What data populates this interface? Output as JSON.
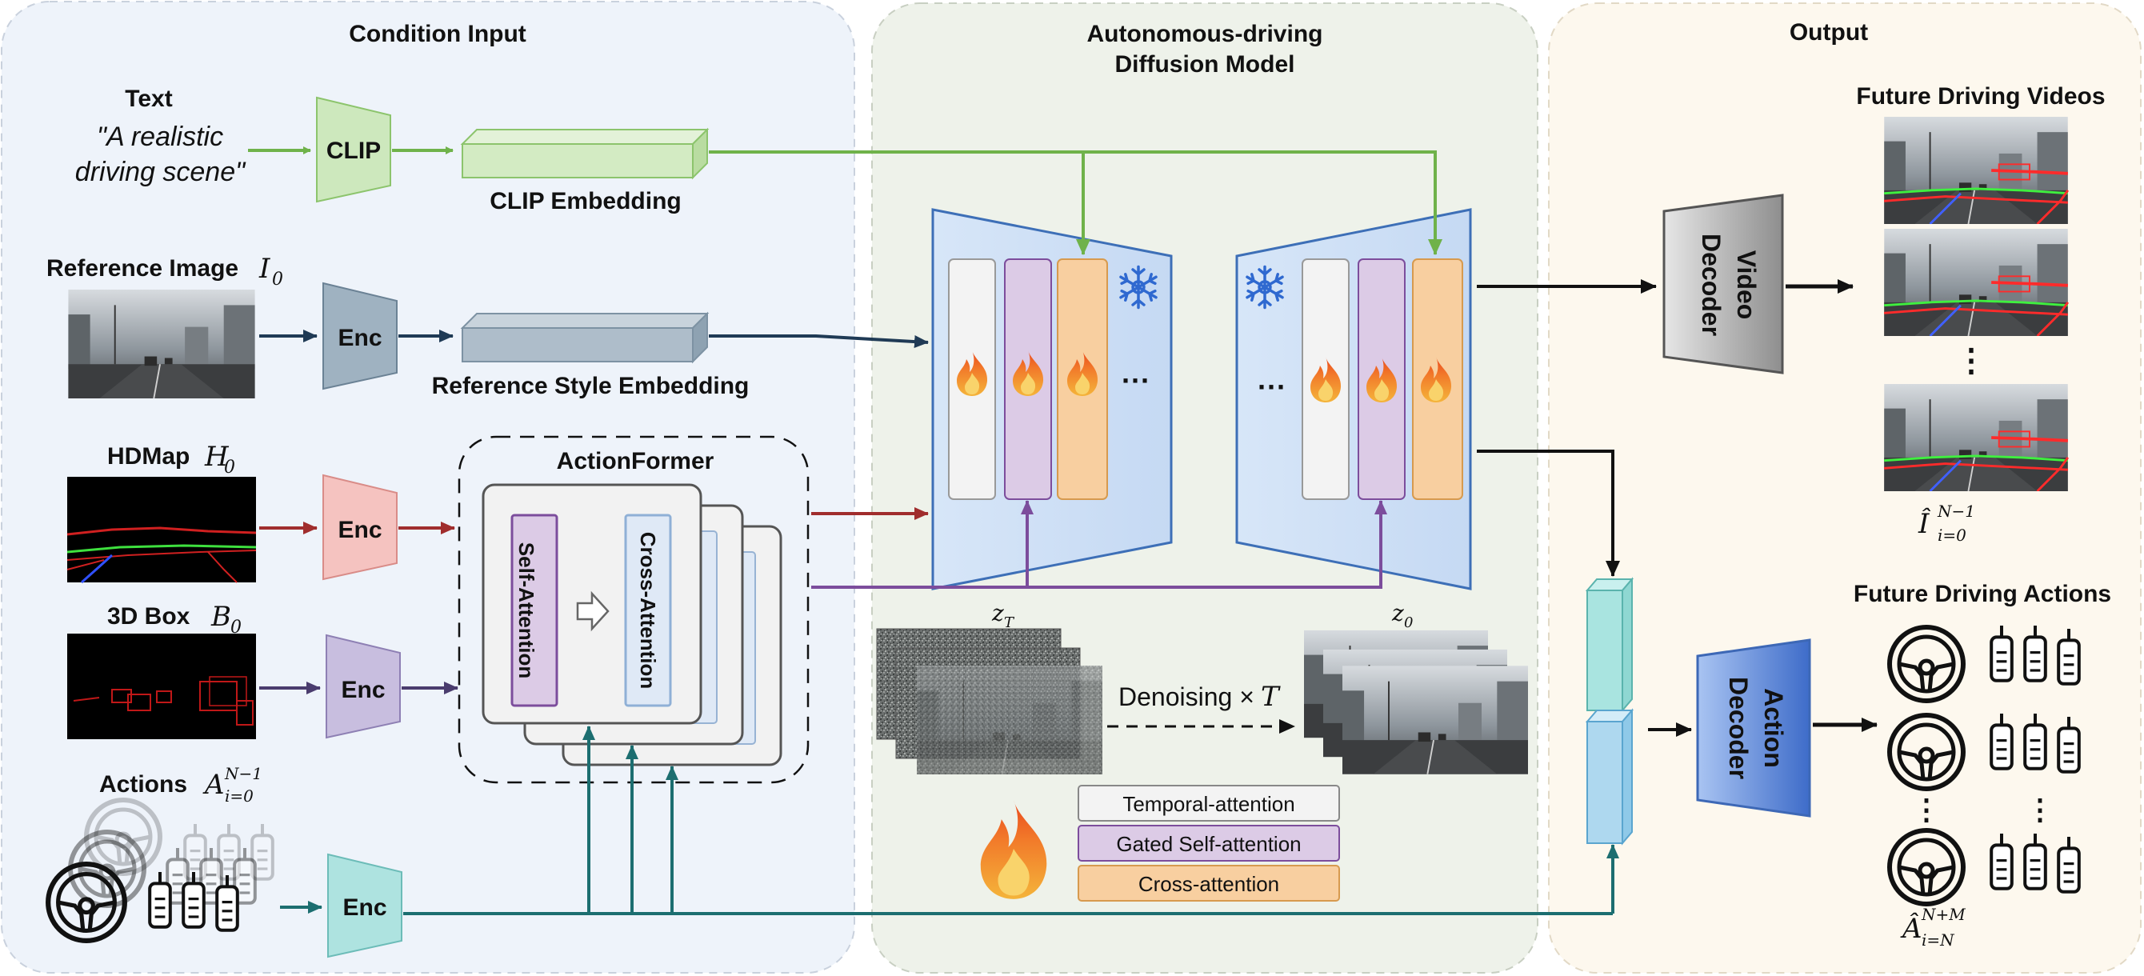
{
  "panels": {
    "condition_title": "Condition Input",
    "diffusion_title_line1": "Autonomous-driving",
    "diffusion_title_line2": "Diffusion Model",
    "output_title": "Output"
  },
  "text_input": {
    "heading": "Text",
    "quote_line1": "\"A realistic",
    "quote_line2": "driving scene\""
  },
  "clip": {
    "label": "CLIP",
    "embedding_label": "CLIP Embedding"
  },
  "reference": {
    "label": "Reference Image",
    "symbol": "I",
    "sub": "0",
    "encoder": "Enc",
    "embedding_label": "Reference Style Embedding"
  },
  "hdmap": {
    "label": "HDMap",
    "symbol": "H",
    "sub": "0",
    "encoder": "Enc"
  },
  "box3d": {
    "label": "3D Box",
    "symbol": "B",
    "sub": "0",
    "encoder": "Enc"
  },
  "actions_in": {
    "label": "Actions",
    "symbol": "A",
    "sub": "i=0",
    "sup": "N−1",
    "encoder": "Enc"
  },
  "actionformer": {
    "title": "ActionFormer",
    "self_attention": "Self-Attention",
    "cross_attention": "Cross-Attention"
  },
  "unet": {
    "ellipsis_left": "···",
    "ellipsis_right": "···"
  },
  "noise": {
    "zt_symbol": "z",
    "zt_sub": "T",
    "z0_symbol": "z",
    "z0_sub": "0",
    "denoise_text": "Denoising ×",
    "denoise_symbol": "T"
  },
  "legend": {
    "items": [
      "Temporal-attention",
      "Gated Self-attention",
      "Cross-attention"
    ],
    "colors": [
      "#f3f3f3",
      "#dccbe6",
      "#f8cfa0"
    ]
  },
  "video_decoder": {
    "line1": "Video",
    "line2": "Decoder"
  },
  "action_decoder": {
    "line1": "Action",
    "line2": "Decoder"
  },
  "output": {
    "videos_title": "Future Driving Videos",
    "videos_symbol": "Î",
    "videos_sub": "i=0",
    "videos_sup": "N−1",
    "vertical_dots": "⋮",
    "actions_title": "Future Driving Actions",
    "actions_symbol": "Â",
    "actions_sub": "i=N",
    "actions_sup": "N+M"
  },
  "colors": {
    "condition_bg": "#eef3fa",
    "diffusion_bg": "#eef2ea",
    "output_bg": "#fdf8ee",
    "clip_green": "#6fb24a",
    "ref_arrow": "#1f3a55",
    "hdmap_red": "#a02d2d",
    "box_purple": "#4a3c6e",
    "action_teal": "#1c6e70",
    "unet_purple": "#7c4d9c"
  }
}
